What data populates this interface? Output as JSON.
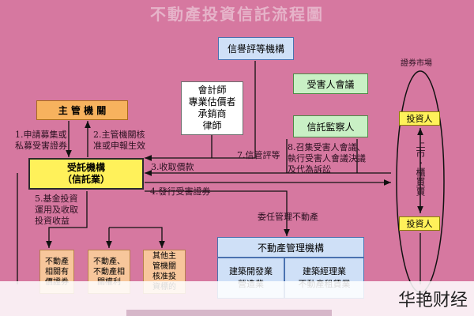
{
  "title": "不動產投資信託流程圖",
  "nodes": {
    "rating_agency": "信譽評等機構",
    "professionals": "會計師\n專業估價者\n承銷商\n律師",
    "beneficiary_meeting": "受害人會議",
    "trust_supervisor": "信託監察人",
    "securities_market": "證券市場",
    "investor_top": "投資人",
    "investor_bottom": "投資人",
    "market_center": "上市・櫃買賣",
    "authority": "主 管 機 關",
    "trustee": "受託機構\n（信託業）",
    "asset1": "不動產\n相關有\n價證券",
    "asset2": "不動產、\n不動產相\n關權利",
    "asset3": "其他主\n管機關\n核准投\n資標的",
    "re_manager": "不動產管理機構",
    "construction": "建築開發業\n營造業",
    "building_mgmt": "建築經理業\n不動產租賃業"
  },
  "labels": {
    "l1": "1.申請募集或\n私募受害證券",
    "l2": "2.主管機關核\n准或申報生效",
    "l3": "3.收取價款",
    "l4": "4.發行受害證券",
    "l5": "5.基金投資\n運用及收取\n投資收益",
    "l7": "7.信管評等",
    "l8": "8.召集受害人會議、\n執行受害人會議決議\n及代為訴訟",
    "commission": "委任管理不動產"
  },
  "watermark": "华艳财经"
}
